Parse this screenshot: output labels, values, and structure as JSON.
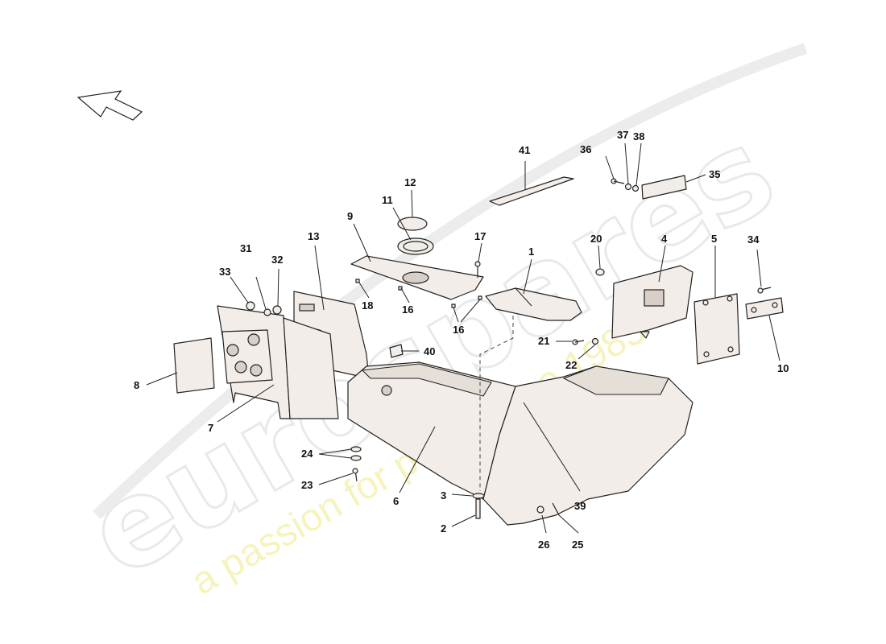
{
  "watermark": {
    "brand": "eurospares",
    "tagline": "a passion for parts since 1985"
  },
  "callouts": {
    "c1": "1",
    "c2": "2",
    "c3": "3",
    "c4": "4",
    "c5": "5",
    "c6": "6",
    "c7": "7",
    "c8": "8",
    "c9": "9",
    "c10": "10",
    "c11": "11",
    "c12": "12",
    "c13": "13",
    "c16a": "16",
    "c16b": "16",
    "c17": "17",
    "c18": "18",
    "c20": "20",
    "c21": "21",
    "c22": "22",
    "c23": "23",
    "c24": "24",
    "c25": "25",
    "c26": "26",
    "c31": "31",
    "c32": "32",
    "c33": "33",
    "c34": "34",
    "c35": "35",
    "c36": "36",
    "c37": "37",
    "c38": "38",
    "c39": "39",
    "c40": "40",
    "c41": "41"
  }
}
